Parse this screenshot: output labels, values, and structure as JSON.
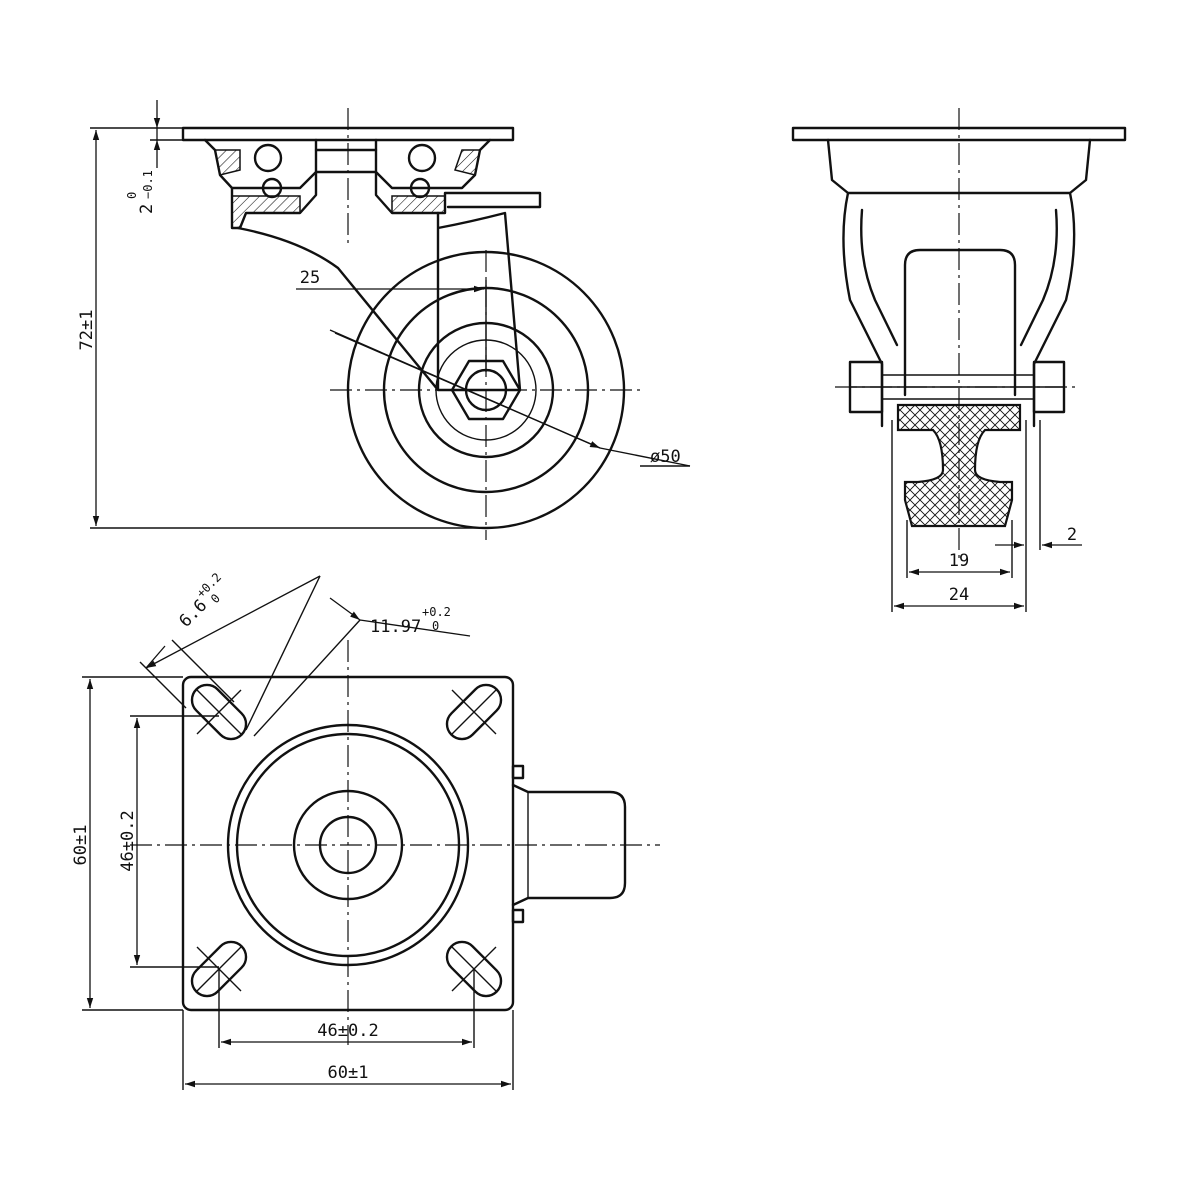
{
  "dimensions": {
    "overall_height": "72±1",
    "plate_thickness_main": "2",
    "plate_thickness_tol": "0",
    "plate_thickness_tol_low": "−0.1",
    "offset": "25",
    "wheel_diameter": "ø50",
    "tread_width": "19",
    "axle_width": "24",
    "tread_inset": "2",
    "slot_width_main": "6.6",
    "slot_width_tol_up": "+0.2",
    "slot_width_tol_low": "0",
    "slot_length_main": "11.97",
    "slot_length_tol_up": "+0.2",
    "slot_length_tol_low": "0",
    "plate_height": "60±1",
    "hole_spacing_vertical": "46±0.2",
    "hole_spacing_horizontal": "46±0.2",
    "plate_width": "60±1"
  },
  "colors": {
    "ink": "#111111",
    "paper": "#ffffff"
  }
}
